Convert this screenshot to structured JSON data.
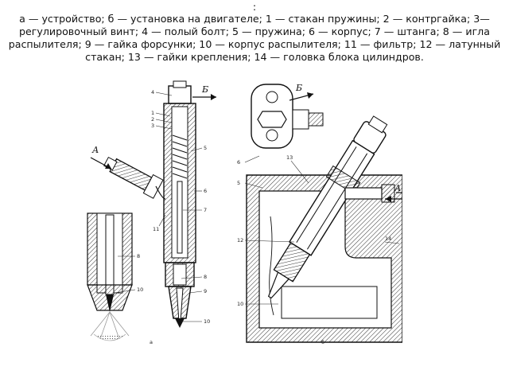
{
  "caption": {
    "prefix": ":",
    "text": "а — устройство; б — установка на двигателе; 1 — стакан пружины; 2 — контргайка; 3— регулировочный винт; 4 — полый болт; 5 — пружина; 6 — корпус; 7 — штанга; 8 — игла распылителя; 9 — гайка форсунки; 10 — корпус распылителя; 11 — фильтр; 12 — латунный стакан; 13 — гайки крепления; 14 — головка блока цилиндров."
  },
  "figure": {
    "callouts_a": [
      "4",
      "1",
      "2",
      "3",
      "5",
      "6",
      "7",
      "8",
      "9",
      "10",
      "11"
    ],
    "callouts_b": [
      "6",
      "13",
      "5",
      "12",
      "14",
      "10"
    ],
    "arrow_A": "А",
    "arrow_B": "Б",
    "sub_a": "а",
    "sub_b": "б"
  }
}
